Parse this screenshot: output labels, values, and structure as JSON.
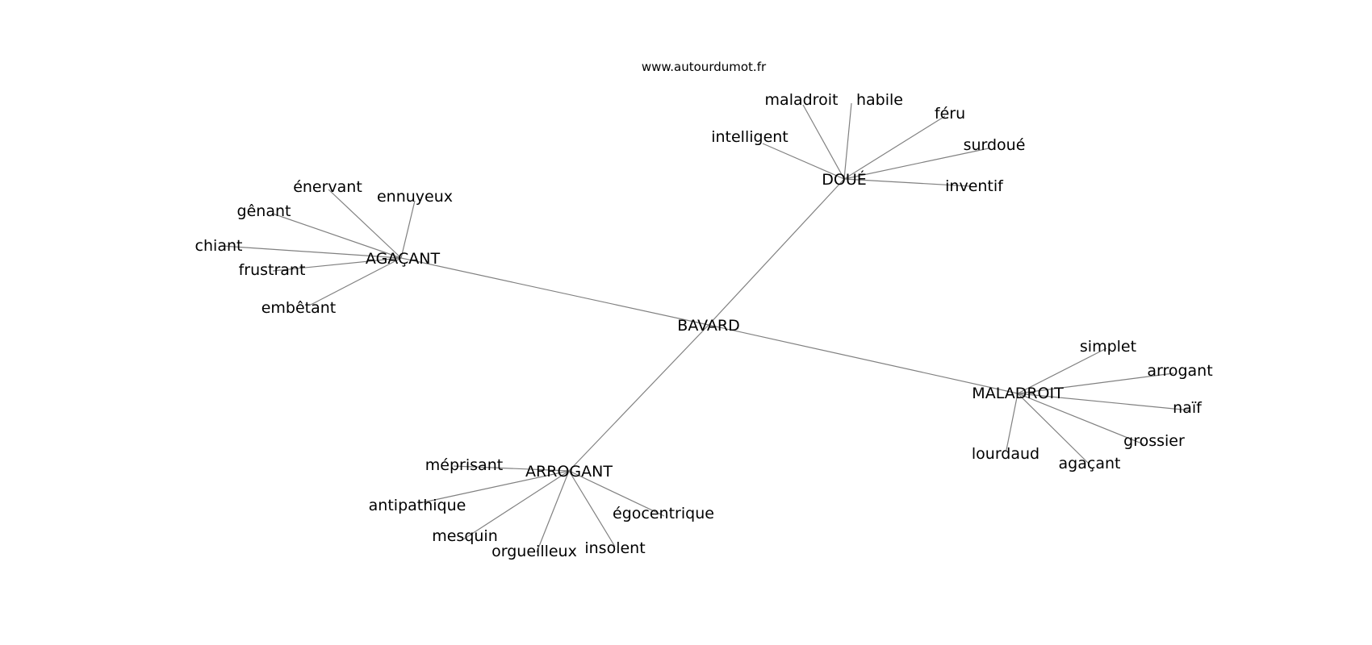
{
  "watermark": "www.autourdumot.fr",
  "center": "BAVARD",
  "groups": [
    {
      "id": "doue",
      "label": "DOUÉ",
      "words": [
        "intelligent",
        "maladroit",
        "habile",
        "féru",
        "surdoué",
        "inventif"
      ]
    },
    {
      "id": "agacant",
      "label": "AGAÇANT",
      "words": [
        "énervant",
        "ennuyeux",
        "gênant",
        "chiant",
        "frustrant",
        "embêtant"
      ]
    },
    {
      "id": "maladroit",
      "label": "MALADROIT",
      "words": [
        "simplet",
        "arrogant",
        "naïf",
        "grossier",
        "agaçant",
        "lourdaud"
      ]
    },
    {
      "id": "arrogant",
      "label": "ARROGANT",
      "words": [
        "méprisant",
        "antipathique",
        "mesquin",
        "orgueilleux",
        "insolent",
        "égocentrique"
      ]
    }
  ]
}
